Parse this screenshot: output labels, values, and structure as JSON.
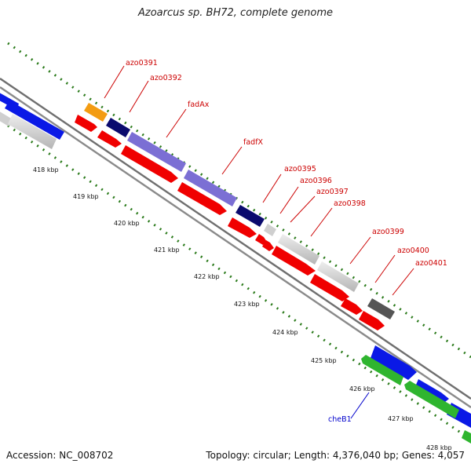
{
  "title": "Azoarcus sp. BH72, complete genome",
  "footer": {
    "accession": "Accession: NC_008702",
    "summary": "Topology: circular; Length: 4,376,040 bp; Genes: 4,057"
  },
  "colors": {
    "backbone": "#7a7a7a",
    "tick": "#2a7a1a",
    "label_red": "#cc0000",
    "label_blue": "#0000cc",
    "orange": "#f39c12",
    "navy": "#0a0a6e",
    "lavender": "#7b6fd4",
    "red": "#f00000",
    "silver": "#cfcfcf",
    "darkgray": "#555555",
    "blue": "#0a19e6",
    "green": "#2fb52f"
  },
  "kbp_labels": [
    "418 kbp",
    "419 kbp",
    "420 kbp",
    "421 kbp",
    "422 kbp",
    "423 kbp",
    "424 kbp",
    "425 kbp",
    "426 kbp",
    "427 kbp",
    "428 kbp"
  ],
  "genes": [
    {
      "name": "azo0391",
      "color": "label_red"
    },
    {
      "name": "azo0392",
      "color": "label_red"
    },
    {
      "name": "fadAx",
      "color": "label_red"
    },
    {
      "name": "fadfX",
      "color": "label_red"
    },
    {
      "name": "azo0395",
      "color": "label_red"
    },
    {
      "name": "azo0396",
      "color": "label_red"
    },
    {
      "name": "azo0397",
      "color": "label_red"
    },
    {
      "name": "azo0398",
      "color": "label_red"
    },
    {
      "name": "azo0399",
      "color": "label_red"
    },
    {
      "name": "azo0400",
      "color": "label_red"
    },
    {
      "name": "azo0401",
      "color": "label_red"
    },
    {
      "name": "cheB1",
      "color": "label_blue"
    }
  ]
}
